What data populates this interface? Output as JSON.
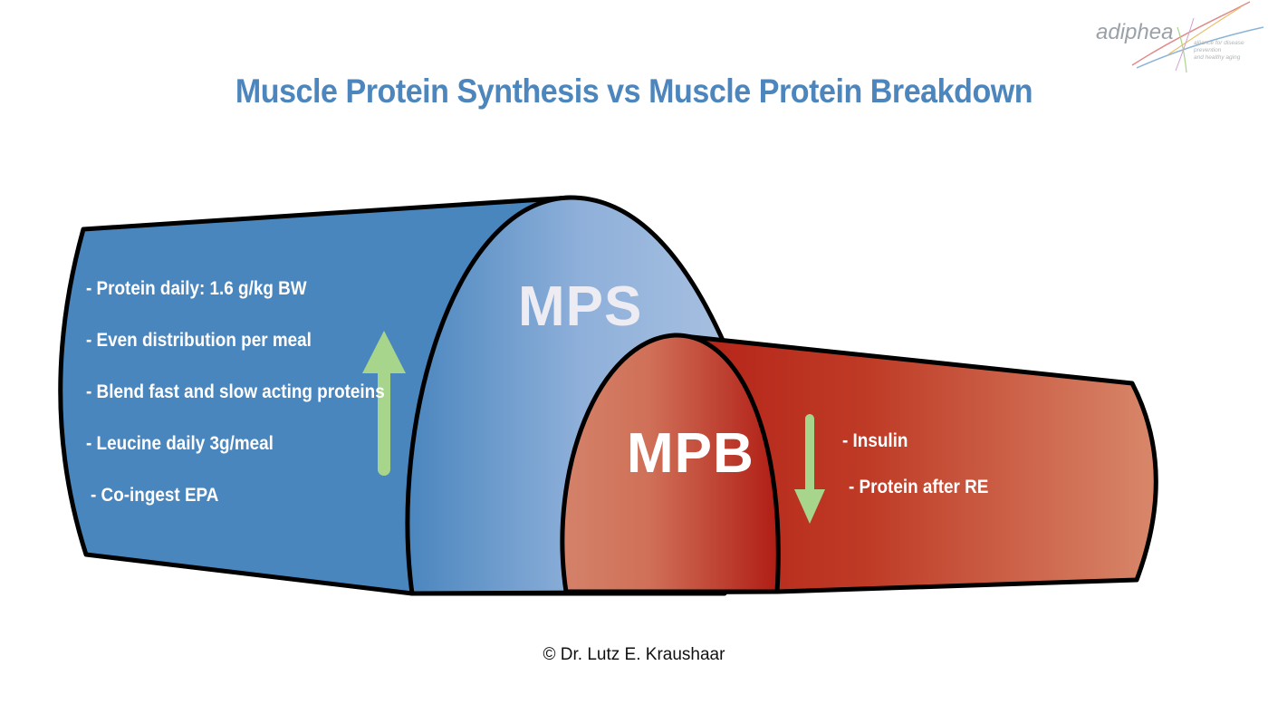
{
  "title": "Muscle Protein Synthesis vs Muscle Protein Breakdown",
  "logo": {
    "name": "adiphea",
    "tagline_1": "alliance for disease prevention",
    "tagline_2": "and healthy aging"
  },
  "mps": {
    "label": "MPS",
    "items": [
      "- Protein daily: 1.6 g/kg BW",
      "- Even distribution per meal",
      "- Blend fast and slow acting proteins",
      "- Leucine daily 3g/meal",
      "- Co-ingest EPA"
    ]
  },
  "mpb": {
    "label": "MPB",
    "items": [
      "- Insulin",
      "- Protein after RE"
    ]
  },
  "copyright": "© Dr. Lutz E. Kraushaar",
  "colors": {
    "title": "#4c86bd",
    "mps_blue": "#4a86be",
    "mps_light": "#a3bddf",
    "mpb_red": "#b22a1e",
    "mpb_light": "#d9876a",
    "arrow_green": "#a8d58c"
  },
  "icons": {
    "up_arrow": "arrow-up-icon",
    "down_arrow": "arrow-down-icon"
  }
}
